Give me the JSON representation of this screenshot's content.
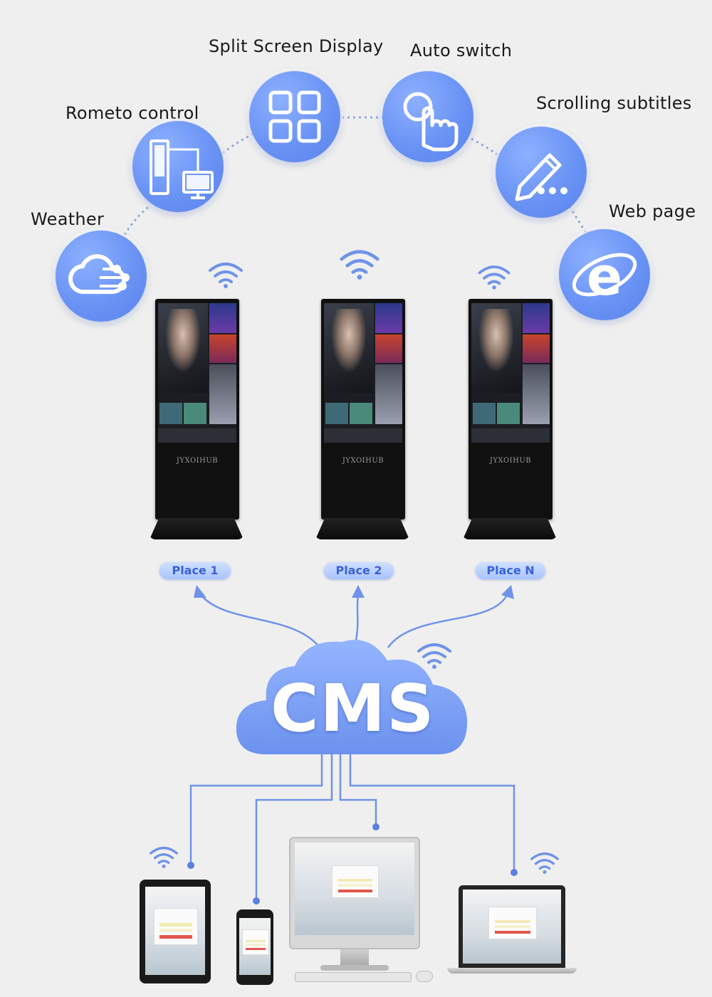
{
  "features": [
    {
      "id": "weather",
      "label": "Weather",
      "icon": "cloud-network-icon"
    },
    {
      "id": "remote",
      "label": "Rometo control",
      "icon": "remote-control-icon"
    },
    {
      "id": "split",
      "label": "Split Screen Display",
      "icon": "grid-icon"
    },
    {
      "id": "auto",
      "label": "Auto switch",
      "icon": "touch-hand-icon"
    },
    {
      "id": "subtitles",
      "label": "Scrolling subtitles",
      "icon": "pen-icon"
    },
    {
      "id": "web",
      "label": "Web page",
      "icon": "internet-explorer-icon"
    }
  ],
  "kiosks": [
    {
      "brand": "JYXOIHUB"
    },
    {
      "brand": "JYXOIHUB"
    },
    {
      "brand": "JYXOIHUB"
    }
  ],
  "places": [
    "Place 1",
    "Place 2",
    "Place N"
  ],
  "cloud": {
    "label": "CMS"
  },
  "devices": [
    "tablet",
    "phone",
    "desktop-monitor",
    "laptop"
  ],
  "colors": {
    "accent": "#6a93f5",
    "line": "#6f93e8",
    "cloud": "#7aa0f5",
    "background": "#efefef"
  }
}
